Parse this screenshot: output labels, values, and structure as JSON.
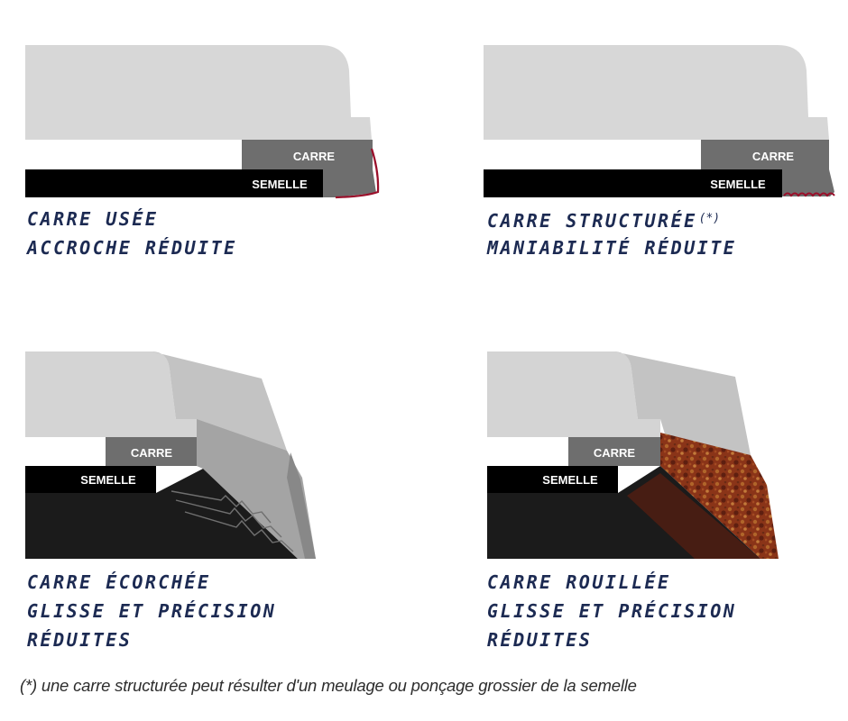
{
  "panels": [
    {
      "diagram": {
        "carre_label": "CARRE",
        "semelle_label": "SEMELLE"
      },
      "caption_line1": "CARRE USÉE",
      "caption_line2": "ACCROCHE RÉDUITE"
    },
    {
      "diagram": {
        "carre_label": "CARRE",
        "semelle_label": "SEMELLE"
      },
      "caption_line1": "CARRE STRUCTURÉE",
      "caption_marker": "(*)",
      "caption_line2": "MANIABILITÉ RÉDUITE"
    },
    {
      "diagram": {
        "carre_label": "CARRE",
        "semelle_label": "SEMELLE"
      },
      "caption_line1": "CARRE ÉCORCHÉE",
      "caption_line2": "GLISSE ET PRÉCISION",
      "caption_line3": "RÉDUITES"
    },
    {
      "diagram": {
        "carre_label": "CARRE",
        "semelle_label": "SEMELLE"
      },
      "caption_line1": "CARRE ROUILLÉE",
      "caption_line2": "GLISSE ET PRÉCISION",
      "caption_line3": "RÉDUITES"
    }
  ],
  "footnote": "(*) une carre structurée peut résulter d'un meulage ou ponçage grossier de la semelle",
  "colors": {
    "ski_body": "#d7d7d7",
    "carre": "#6e6e6e",
    "semelle": "#000000",
    "caption_text": "#1c2a52",
    "wear_line": "#9a0f2a",
    "rust": "#8a3418"
  }
}
